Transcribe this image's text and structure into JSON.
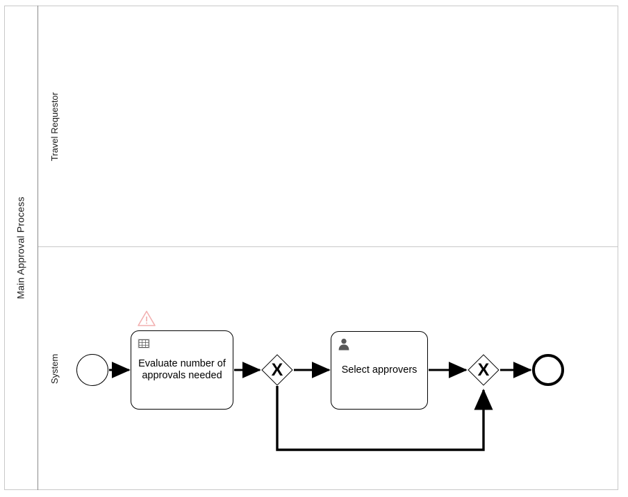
{
  "diagram": {
    "type": "bpmn-process-diagram",
    "pool": {
      "name": "Main Approval Process"
    },
    "lanes": [
      {
        "id": "travel-requestor",
        "name": "Travel Requestor"
      },
      {
        "id": "system",
        "name": "System"
      }
    ],
    "nodes": [
      {
        "id": "start-event",
        "kind": "start-event",
        "label": "",
        "lane": "system",
        "icon": "circle-thin-icon"
      },
      {
        "id": "task-evaluate",
        "kind": "business-rule-task",
        "label": "Evaluate number of approvals needed",
        "lane": "system",
        "icon": "table-grid-icon",
        "marker": "warning-triangle-icon"
      },
      {
        "id": "gateway-1",
        "kind": "exclusive-gateway",
        "label": "",
        "symbol": "X",
        "lane": "system"
      },
      {
        "id": "task-select",
        "kind": "user-task",
        "label": "Select approvers",
        "lane": "system",
        "icon": "user-person-icon"
      },
      {
        "id": "gateway-2",
        "kind": "exclusive-gateway",
        "label": "",
        "symbol": "X",
        "lane": "system"
      },
      {
        "id": "end-event",
        "kind": "end-event",
        "label": "",
        "lane": "system",
        "icon": "circle-thick-icon"
      }
    ],
    "flows": [
      {
        "id": "flow-start-to-evaluate",
        "from": "start-event",
        "to": "task-evaluate",
        "label": ""
      },
      {
        "id": "flow-evaluate-to-gateway1",
        "from": "task-evaluate",
        "to": "gateway-1",
        "label": ""
      },
      {
        "id": "flow-gateway1-to-select",
        "from": "gateway-1",
        "to": "task-select",
        "label": ""
      },
      {
        "id": "flow-select-to-gateway2",
        "from": "task-select",
        "to": "gateway-2",
        "label": ""
      },
      {
        "id": "flow-gateway2-to-end",
        "from": "gateway-2",
        "to": "end-event",
        "label": ""
      },
      {
        "id": "flow-gateway1-loop-gateway2",
        "from": "gateway-1",
        "to": "gateway-2",
        "label": ""
      }
    ]
  },
  "colors": {
    "stroke": "#000000",
    "pool_border": "#c8c8c8",
    "pool_divider": "#8a8a8a",
    "background": "#ffffff",
    "warning": "#f2b4b4",
    "task_icon": "#4d4d4d"
  }
}
